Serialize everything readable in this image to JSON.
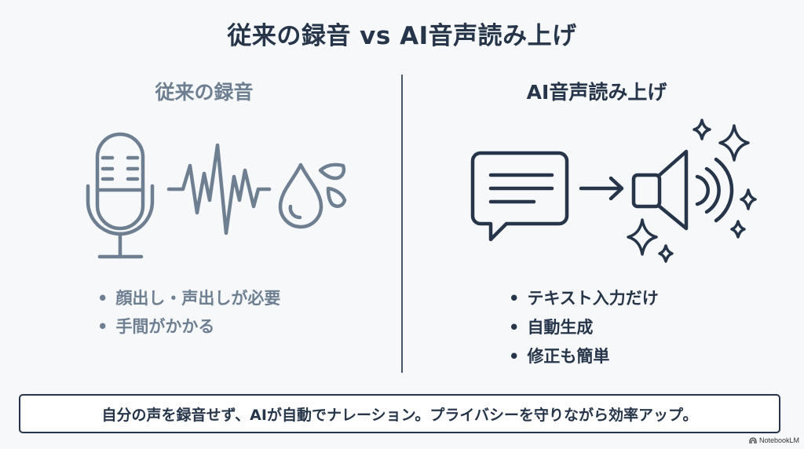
{
  "title": "従来の録音 vs AI音声読み上げ",
  "left": {
    "heading": "従来の録音",
    "icons": [
      "microphone-icon",
      "waveform-icon",
      "sweat-drops-icon"
    ],
    "bullets": [
      "顔出し・声出しが必要",
      "手間がかかる"
    ],
    "color": "#6e7f92"
  },
  "right": {
    "heading": "AI音声読み上げ",
    "icons": [
      "speech-bubble-text-icon",
      "arrow-right-icon",
      "speaker-icon",
      "sparkles-icon"
    ],
    "bullets": [
      "テキスト入力だけ",
      "自動生成",
      "修正も簡単"
    ],
    "color": "#263549"
  },
  "footer": {
    "text": "自分の声を録音せず、AIが自動でナレーション。プライバシーを守りながら効率アップ。"
  },
  "brand": {
    "label": "NotebookLM"
  },
  "colors": {
    "background": "#f7f8f9",
    "dark": "#263549",
    "muted": "#6e7f92"
  }
}
